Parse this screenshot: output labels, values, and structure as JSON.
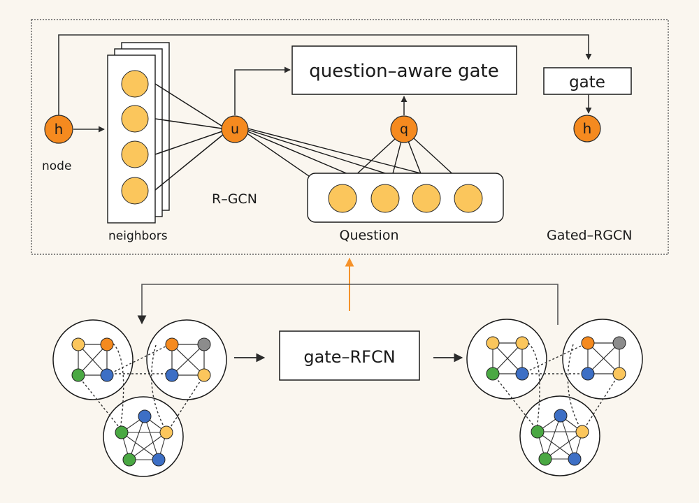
{
  "colors": {
    "background": "#faf6ef",
    "orange_node": "#f58a1f",
    "yellow_node": "#fbc65c",
    "blue_node": "#3d6fc5",
    "green_node": "#4aa843",
    "gray_node": "#8c8c8c",
    "highlight_arrow": "#f5922a",
    "line": "#333333"
  },
  "top_panel": {
    "label": "Gated–RGCN",
    "node_input": {
      "glyph": "h",
      "caption": "node"
    },
    "neighbors_caption": "neighbors",
    "aggregate_node": "u",
    "rgcn_label": "R–GCN",
    "question_aware_gate": "question–aware gate",
    "question_node": "q",
    "question_caption": "Question",
    "gate_box": "gate",
    "node_output": {
      "glyph": "h"
    }
  },
  "bottom_panel": {
    "middle_box": "gate–RFCN"
  }
}
